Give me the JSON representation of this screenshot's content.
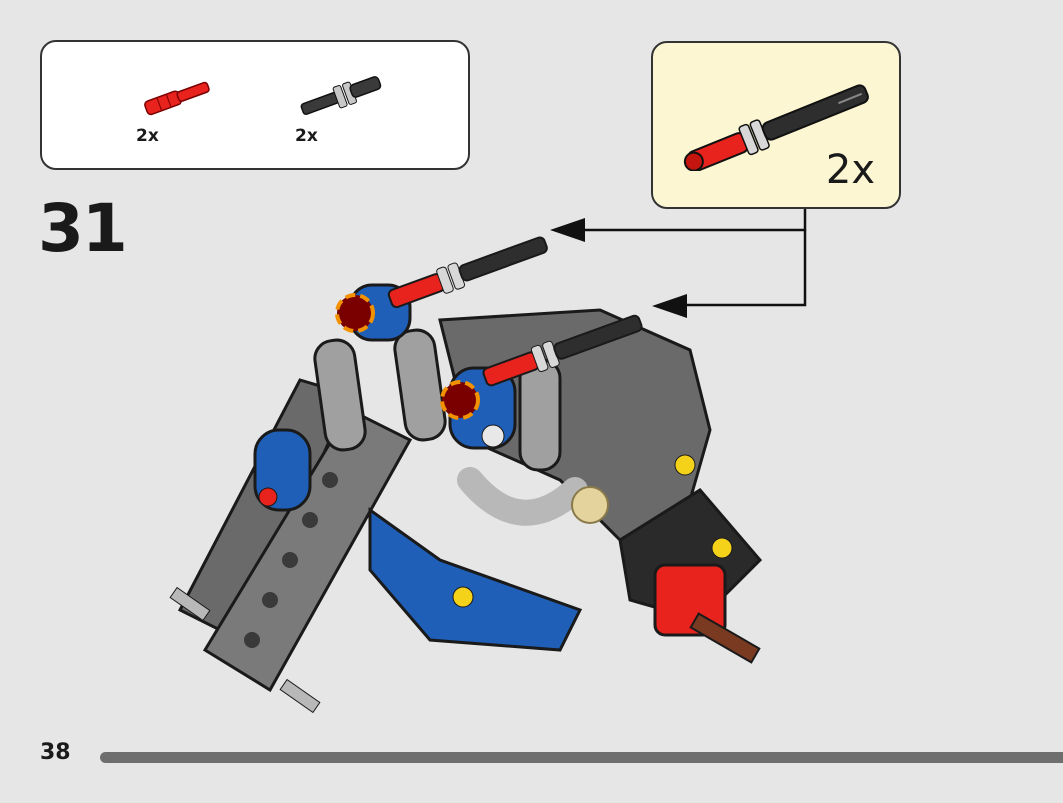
{
  "parts_list": {
    "items": [
      {
        "icon": "red-axle-pin-icon",
        "qty": "2x"
      },
      {
        "icon": "black-axle-pin-icon",
        "qty": "2x"
      }
    ]
  },
  "subassembly": {
    "icon": "pin-assembly-icon",
    "qty": "2x"
  },
  "step": "31",
  "page": "38",
  "colors": {
    "background": "#e6e6e6",
    "callout": "#fcf6d2",
    "red": "#e8221c",
    "blue": "#1f5fb8",
    "dark_grey": "#6a6a6a",
    "light_grey": "#a0a0a0",
    "orange_highlight": "#f29200"
  }
}
